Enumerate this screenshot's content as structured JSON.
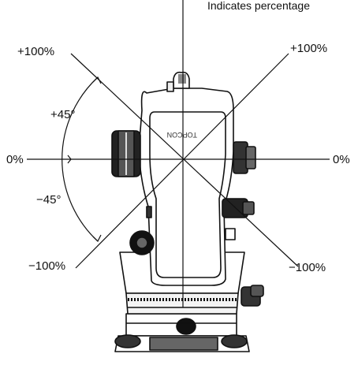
{
  "header": {
    "note": "Indicates percentage"
  },
  "labels": {
    "plus_100_left": "+100%",
    "plus_100_right": "+100%",
    "zero_left": "0%",
    "zero_right": "0%",
    "minus_100_left": "−100%",
    "minus_100_right": "−100%",
    "plus_45": "+45°",
    "minus_45": "−45°"
  },
  "instrument": {
    "brand_text": "TOPCON"
  },
  "colors": {
    "line": "#111111",
    "body_fill": "#ffffff",
    "shading": "#222222"
  }
}
